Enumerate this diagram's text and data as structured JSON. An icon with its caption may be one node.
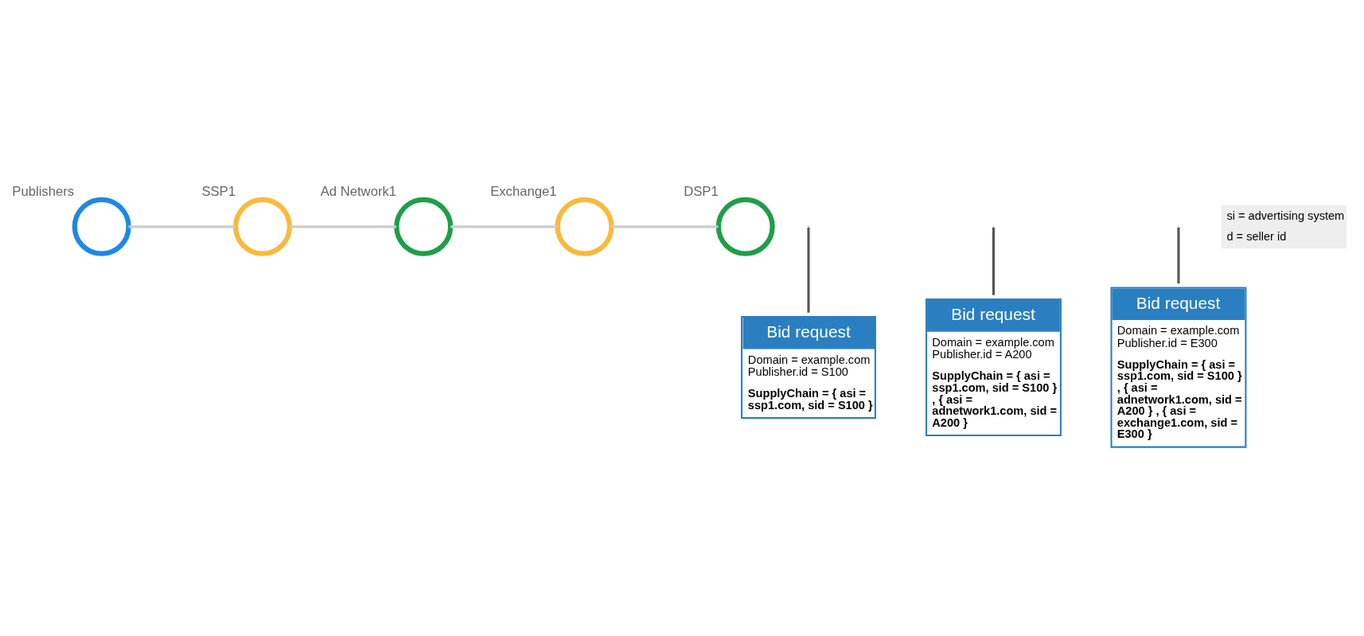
{
  "diagram": {
    "nodes": [
      {
        "text": [
          "Publishers"
        ]
      },
      {
        "text": [
          "SSP1"
        ]
      },
      {
        "text": [
          "Ad Network1"
        ]
      },
      {
        "text": [
          "Exchange1"
        ]
      },
      {
        "text": [
          "DSP1"
        ]
      },
      {
        "text": [
          "Bid request",
          "Domain = example.com Publisher.id = S100",
          "SupplyChain = { asi = ssp1.com, sid = S100 }"
        ]
      },
      {
        "text": [
          "Bid request",
          "Domain = example.com Publisher.id = A200",
          "SupplyChain = { asi = ssp1.com, sid = S100 } , { asi = adnetwork1.com, sid = A200 }"
        ]
      },
      {
        "text": [
          "Bid request",
          "Domain = example.com Publisher.id = E300",
          "SupplyChain = { asi = ssp1.com, sid = S100 } , { asi = adnetwork1.com, sid = A200 } , { asi = exchange1.com, sid = E300 }"
        ]
      }
    ],
    "edges": [
      {
        "from": 0,
        "to": 1,
        "arrow": "none"
      },
      {
        "from": 1,
        "to": 2,
        "arrow": "none"
      },
      {
        "from": 2,
        "to": 3,
        "arrow": "none"
      },
      {
        "from": 3,
        "to": 4,
        "arrow": "none"
      },
      {
        "from": null,
        "to": 5,
        "arrow": "none",
        "color": "#555555"
      },
      {
        "from": null,
        "to": 6,
        "arrow": "none",
        "color": "#555555"
      },
      {
        "from": null,
        "to": 7,
        "arrow": "none",
        "color": "#555555"
      }
    ],
    "labels": [
      "si = advertising system",
      "d = seller id"
    ]
  }
}
